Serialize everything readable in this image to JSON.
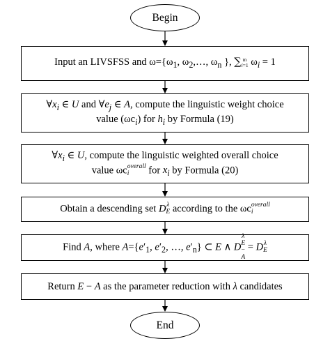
{
  "flowchart": {
    "begin_label": "Begin",
    "end_label": "End",
    "steps": [
      {
        "lines": [
          "Input an LIVSFSS and ω={ω₁, ω₂,…, ωₙ }, ∑ᵢ₌₁ᵐ ωᵢ = 1"
        ]
      },
      {
        "lines": [
          "∀xᵢ ∈ U and ∀eⱼ ∈ A, compute the linguistic weight choice",
          "value (ωcᵢ) for hᵢ by Formula (19)"
        ]
      },
      {
        "lines": [
          "∀xᵢ ∈ U, compute the linguistic weighted overall choice",
          "value ωcᵢᵒᵛᵉʳᵃˡˡ for xᵢ by Formula (20)"
        ]
      },
      {
        "lines": [
          "Obtain a descending set D_E^λ according to the ωcᵢᵒᵛᵉʳᵃˡˡ"
        ]
      },
      {
        "lines": [
          "Find A, where A={e′₁, e′₂, …, e′ₙ} ⊂ E ∧ D_{E−A}^λ = D_E^λ"
        ]
      },
      {
        "lines": [
          "Return E − A as the parameter reduction with λ candidates"
        ]
      }
    ]
  }
}
